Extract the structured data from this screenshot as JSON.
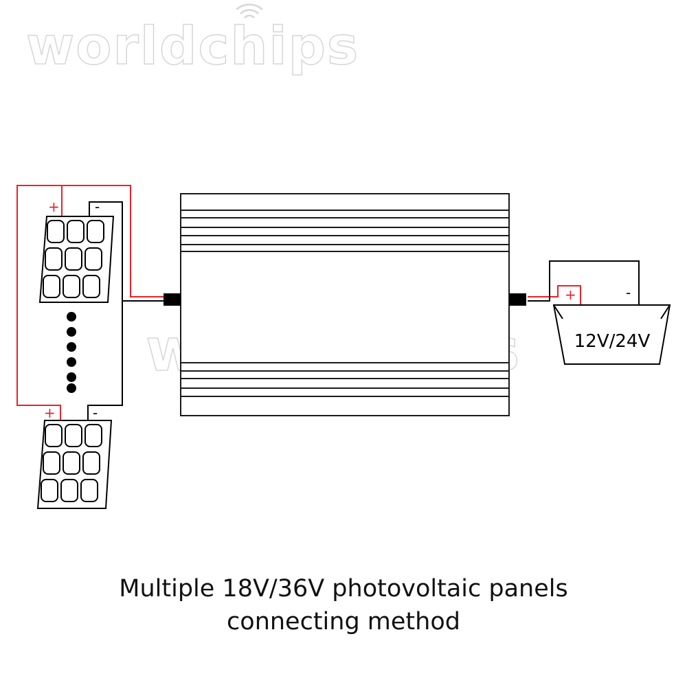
{
  "watermark": {
    "text": "worldchips"
  },
  "battery": {
    "label": "12V/24V"
  },
  "polarity": {
    "plus": "+",
    "minus": "-"
  },
  "caption": {
    "line1": "Multiple 18V/36V photovoltaic panels",
    "line2": "connecting method"
  },
  "colors": {
    "positive_wire": "#e8222a",
    "negative_wire": "#000000",
    "outline": "#1a1a1a",
    "watermark": "#d6d6d6"
  }
}
